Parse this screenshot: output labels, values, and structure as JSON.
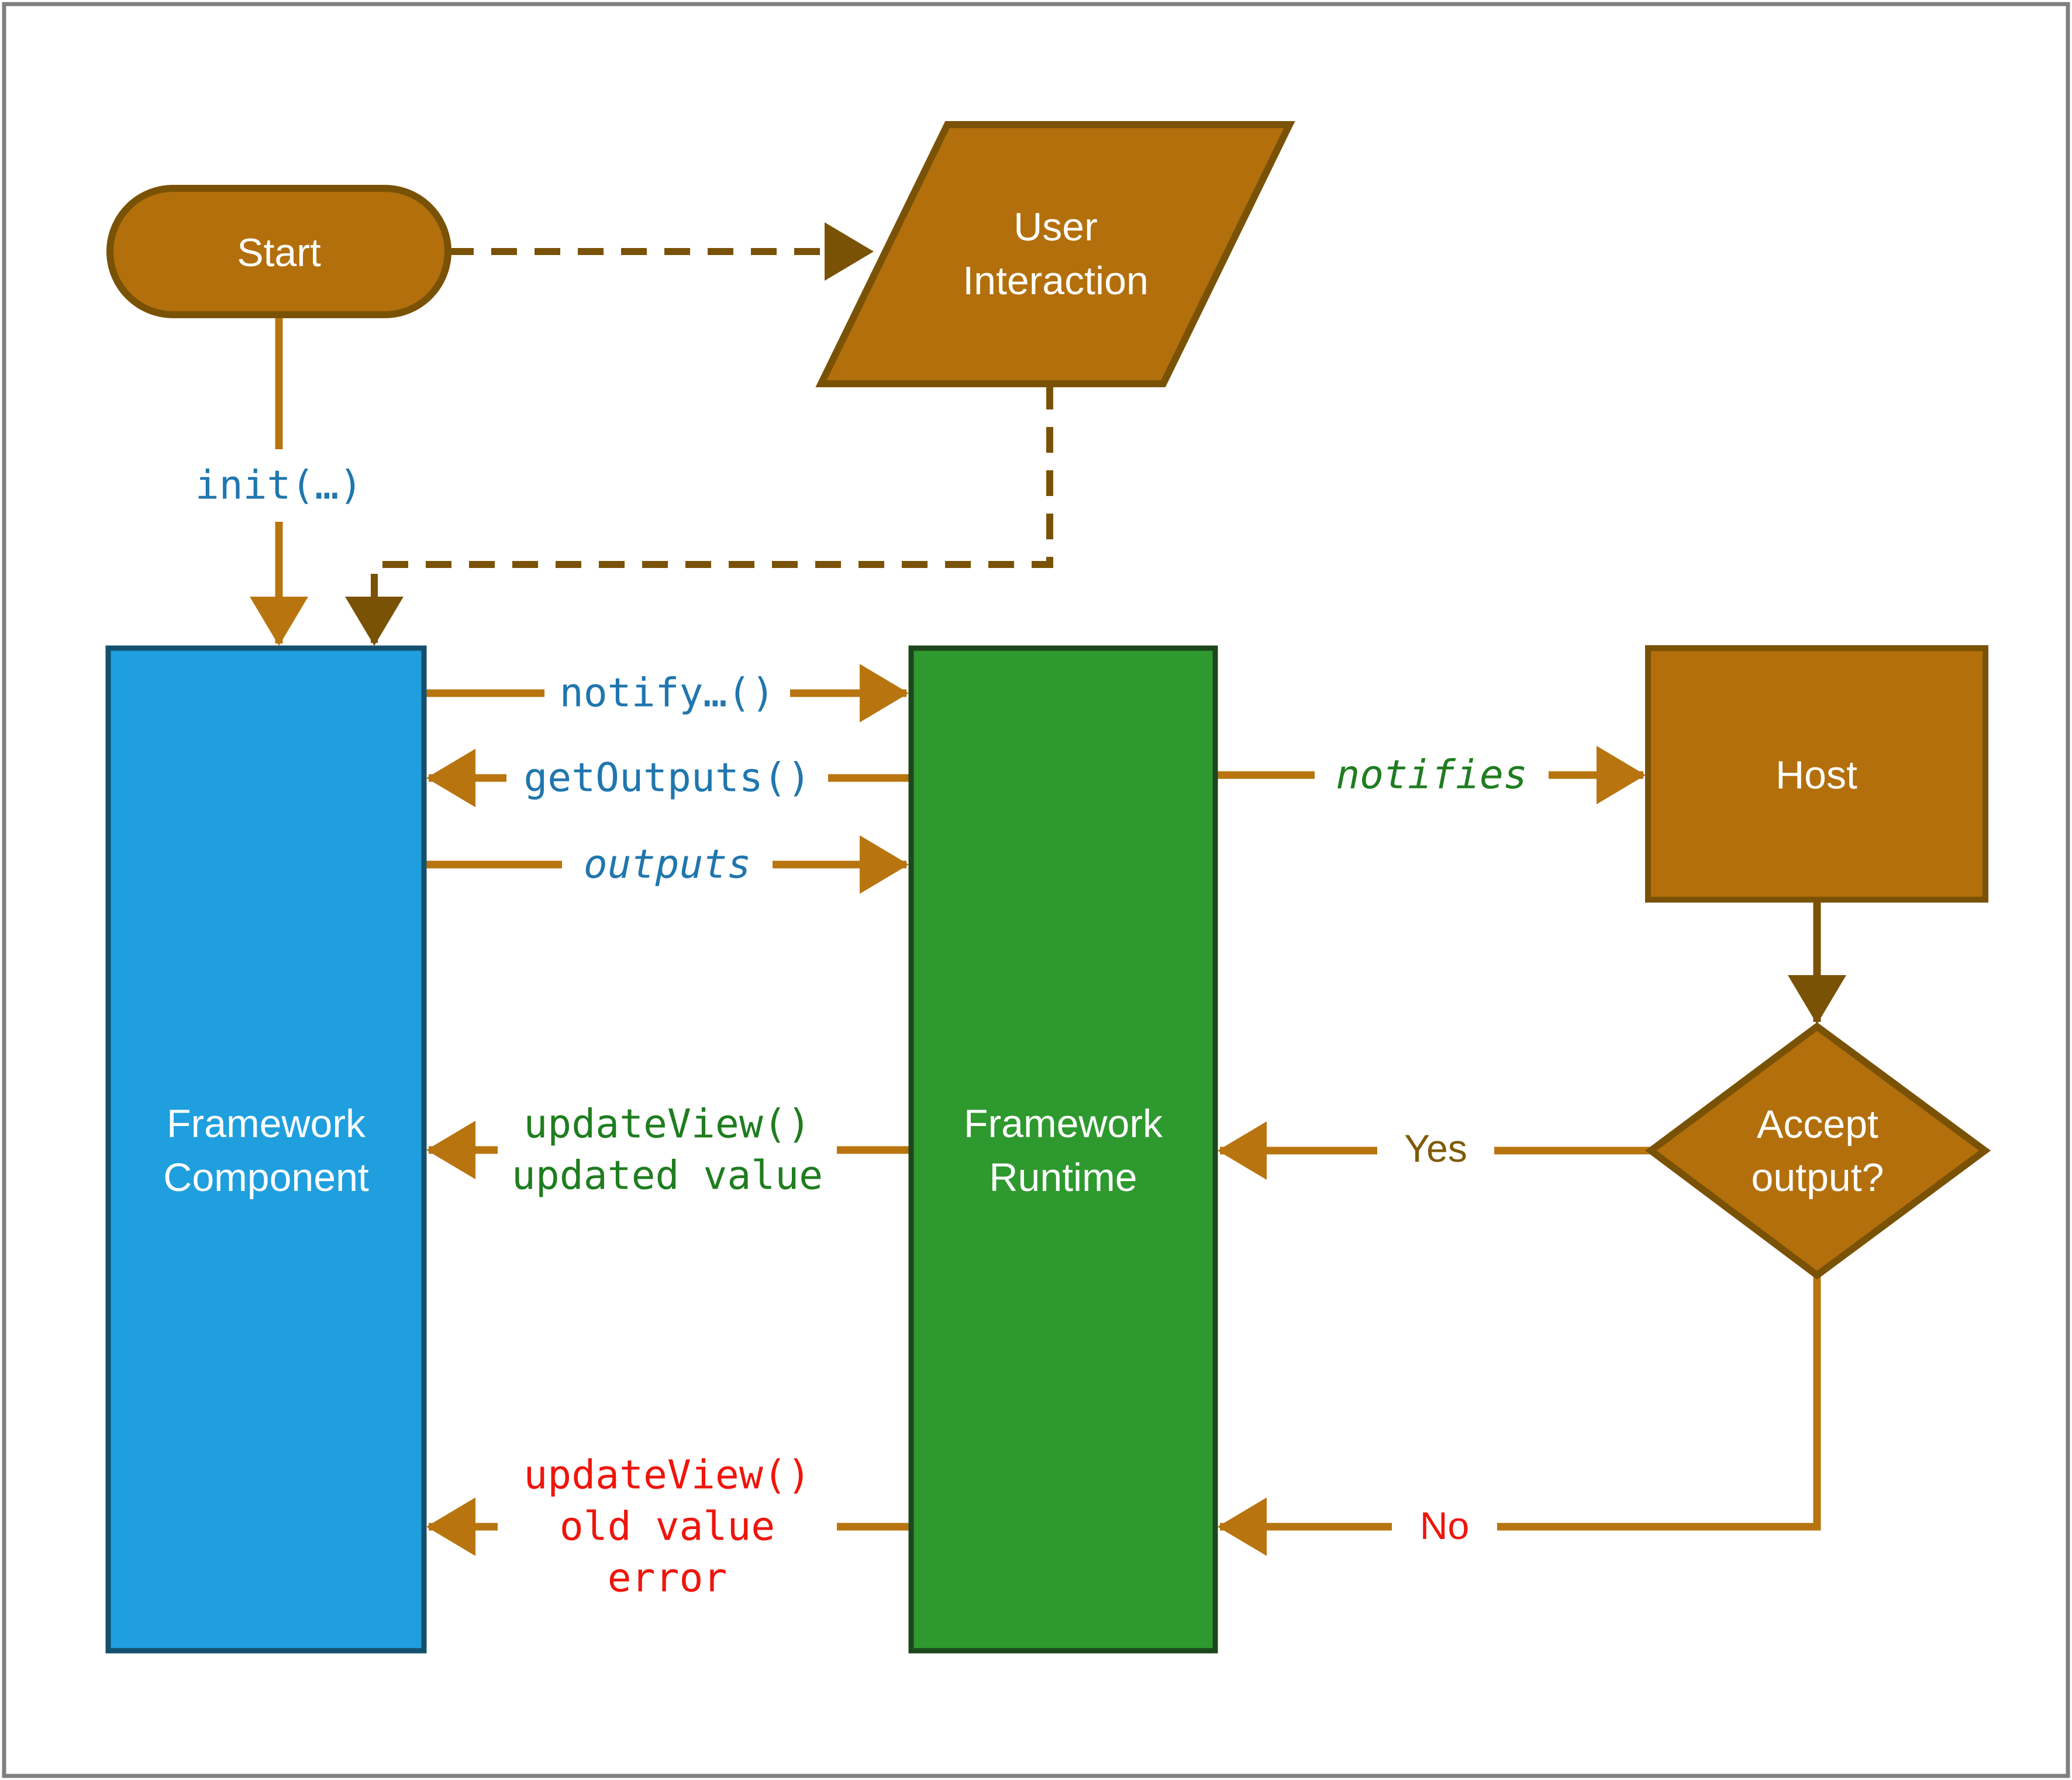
{
  "nodes": {
    "start": {
      "label": "Start"
    },
    "user_interaction": {
      "lines": [
        "User",
        "Interaction"
      ]
    },
    "framework_component": {
      "lines": [
        "Framework",
        "Component"
      ]
    },
    "framework_runtime": {
      "lines": [
        "Framework",
        "Runtime"
      ]
    },
    "host": {
      "label": "Host"
    },
    "accept_output": {
      "lines": [
        "Accept",
        "output?"
      ]
    }
  },
  "edge_labels": {
    "init": "init(…)",
    "notify": "notify…()",
    "get_outputs": "getOutputs()",
    "outputs": "outputs",
    "update_view_ok": [
      "updateView()",
      "updated value"
    ],
    "update_view_err": [
      "updateView()",
      "old value",
      "error"
    ],
    "notifies": "notifies",
    "yes": "Yes",
    "no": "No"
  },
  "colors": {
    "background": "#FFFFFF",
    "frame": "#7F7F7F",
    "node_orange_fill": "#B26F0B",
    "node_orange_stroke": "#7A5205",
    "blue_fill": "#1F9FDE",
    "blue_stroke": "#14506E",
    "green_fill": "#2E992E",
    "green_stroke": "#1C471C",
    "connector": "#B8750F",
    "connector_dark": "#7A5205",
    "label_blue": "#2076AE",
    "label_green": "#1F7D1F",
    "label_red": "#EE150C",
    "label_yes": "#7F5B09",
    "node_text": "#FFFFFF"
  }
}
